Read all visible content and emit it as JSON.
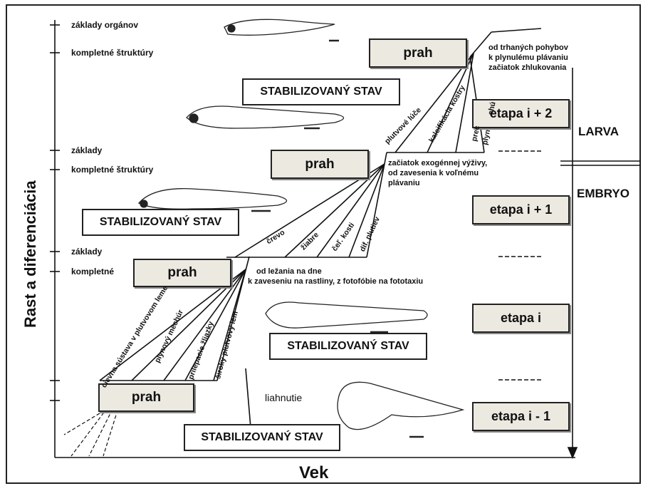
{
  "axes": {
    "y_label": "Rast a diferenciácia",
    "x_label": "Vek"
  },
  "y_ticks": {
    "zaklady_organov": "základy orgánov",
    "kompletne_1": "kompletné štruktúry",
    "zaklady_2": "základy",
    "kompletne_2": "kompletné štruktúry",
    "zaklady_3": "základy",
    "kompletne_3": "kompletné"
  },
  "thresholds": {
    "label": "prah"
  },
  "stable_state": {
    "label": "STABILIZOVANÝ STAV"
  },
  "stages": {
    "i_plus_2": "etapa i + 2",
    "i_plus_1": "etapa i + 1",
    "i": "etapa i",
    "i_minus_1": "etapa i - 1"
  },
  "periods": {
    "larva": "LARVA",
    "embryo": "EMBRYO"
  },
  "notes": {
    "top_1": "od trhaných pohybov",
    "top_2": "k plynulému plávaniu",
    "top_3": "začiatok zhlukovania",
    "mid_1": "začiatok exogénnej výživy,",
    "mid_2": "od zavesenia k voľnému",
    "mid_3": "plávaniu",
    "low_1": "od ležania na dne",
    "low_2": "k zaveseniu na rastliny, z fotofóbie na fototaxiu",
    "hatching": "liahnutie"
  },
  "structures": {
    "cievna": "cievna sústava v plutvovom leme",
    "mechur": "plynový mechúr",
    "zliazky": "prilepacie žliazky",
    "lem": "široký plutvový lem",
    "crevo": "črevo",
    "ziabre": "žiabre",
    "celkosti": "čeľ. kosti",
    "difplutiev": "dif. plutiev",
    "lude": "plutvové lúče",
    "kalcifikacia": "kalcifikácia kostry",
    "prechod": "prec",
    "plyn": "plyn",
    "chu": "chú"
  }
}
